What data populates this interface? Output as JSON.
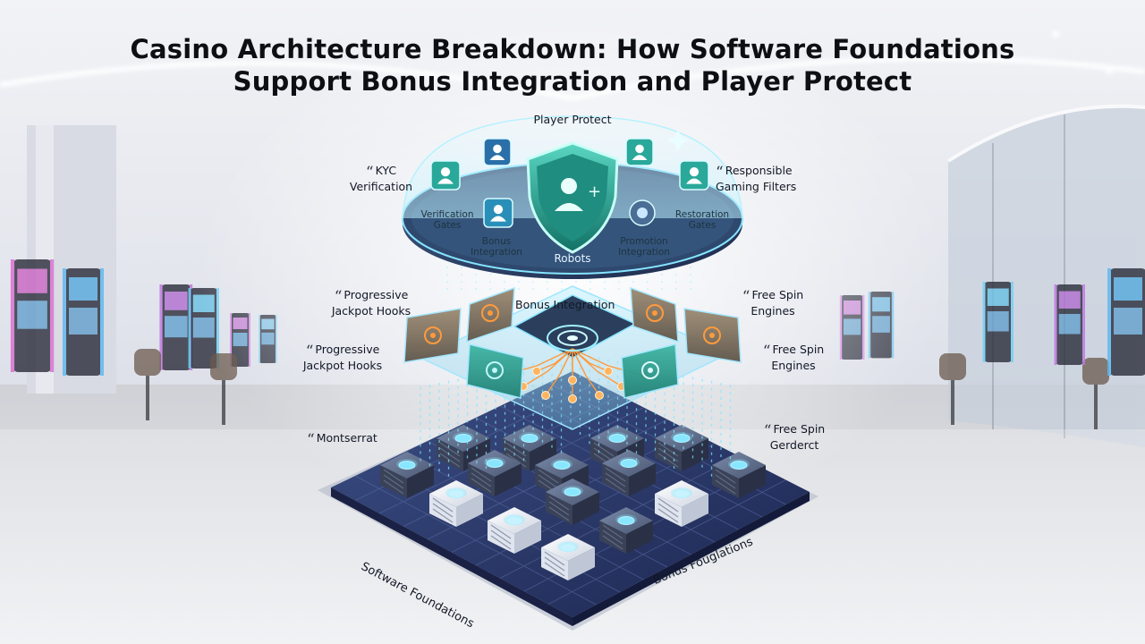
{
  "title_line1": "Casino Architecture Breakdown: How Software Foundations",
  "title_line2": "Support Bonus Integration and Player Protect",
  "labels": {
    "player_protect": "Player Protect",
    "kyc": "KYC\nVerification",
    "responsible": "Responsible\nGaming Filters",
    "verification_gates": "Verification\nGates",
    "bonus_integration_small": "Bonus\nIntegration",
    "robots": "Robots",
    "promotion_integration": "Promotion\nIntegration",
    "restoration_gates": "Restoration\nGates",
    "progressive_1": "Progressive\nJackpot Hooks",
    "bonus_integration": "Bonus Integration",
    "free_spin_1": "Free Spin\nEngines",
    "progressive_2": "Progressive\nJackpot Hooks",
    "free_spin_2": "Free Spin\nEngines",
    "montserrat": "Montserrat",
    "free_spin_3": "Free Spin\nGerderct",
    "software_foundations": "Software Foundations",
    "bonus_foundations": "Bonus Fouglations"
  },
  "colors": {
    "teal": "#2aa89a",
    "teal_dark": "#1b7c74",
    "glow": "#7fe8ff",
    "orange": "#ff9a3c",
    "platform": "#2e3c6e",
    "title": "#0d0f14"
  },
  "icons": [
    "shield-user-icon",
    "users-icon",
    "user-icon",
    "gear-icon",
    "flower-icon",
    "target-icon",
    "server-icon"
  ]
}
